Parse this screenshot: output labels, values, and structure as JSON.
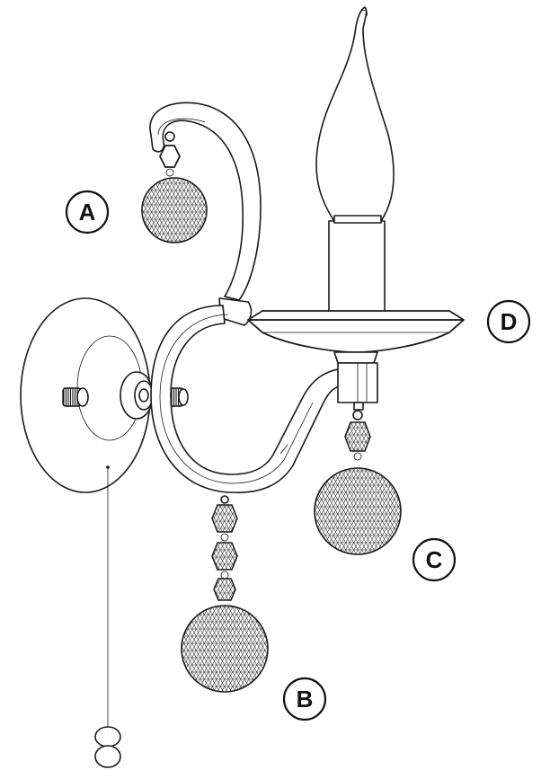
{
  "figure": {
    "type": "exploded-assembly-line-drawing",
    "background": "#ffffff",
    "line_color": "#1a1a1a"
  },
  "callouts": {
    "a": "A",
    "b": "B",
    "c": "C",
    "d": "D"
  }
}
